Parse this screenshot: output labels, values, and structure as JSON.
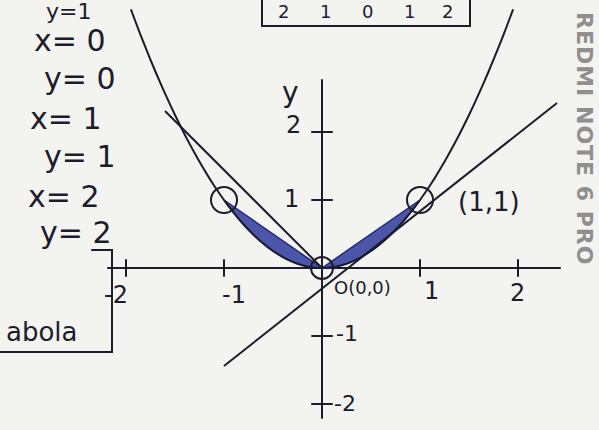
{
  "diagram": {
    "labels": [
      "y=1",
      "x= 0",
      "y= 0",
      "x= 1",
      "y= 1",
      "x= 2",
      "y= 2",
      "abola",
      "y",
      "2",
      "1",
      "-2",
      "-1",
      "O(0,0)",
      "1",
      "2",
      "-1",
      "-2",
      "(1,1)",
      "2",
      "1",
      "0",
      "1",
      "2",
      "REDMI NOTE 6 PRO"
    ]
  }
}
